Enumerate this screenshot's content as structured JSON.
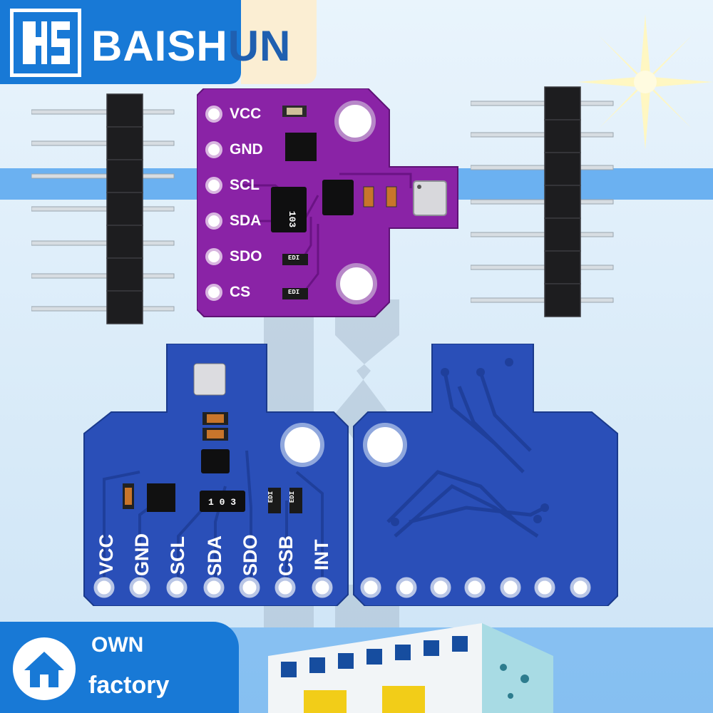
{
  "brand": {
    "name_lead": "BAISH",
    "name_tail": "UN",
    "colors": {
      "brand_blue": "#1879d6",
      "accent_cream": "#fbeed3"
    }
  },
  "purple_board": {
    "pins": [
      "VCC",
      "GND",
      "SCL",
      "SDA",
      "SDO",
      "CS"
    ],
    "chip_marking": "103",
    "smd_markings": [
      "EDI",
      "EDI"
    ],
    "color": "#8a23a6"
  },
  "blue_board_front": {
    "pins": [
      "VCC",
      "GND",
      "SCL",
      "SDA",
      "SDO",
      "CSB",
      "INT"
    ],
    "chip_marking": "1 0 3",
    "smd_markings": [
      "EDI",
      "EDI"
    ],
    "color": "#2a4fb8"
  },
  "blue_board_back": {
    "pin_count": 7
  },
  "badge": {
    "line1": "OWN",
    "line2": "factory",
    "icon": "house-icon"
  },
  "decor": {
    "icons": [
      "sun-icon",
      "pin-header-left",
      "pin-header-right",
      "factory-building-icon"
    ]
  }
}
